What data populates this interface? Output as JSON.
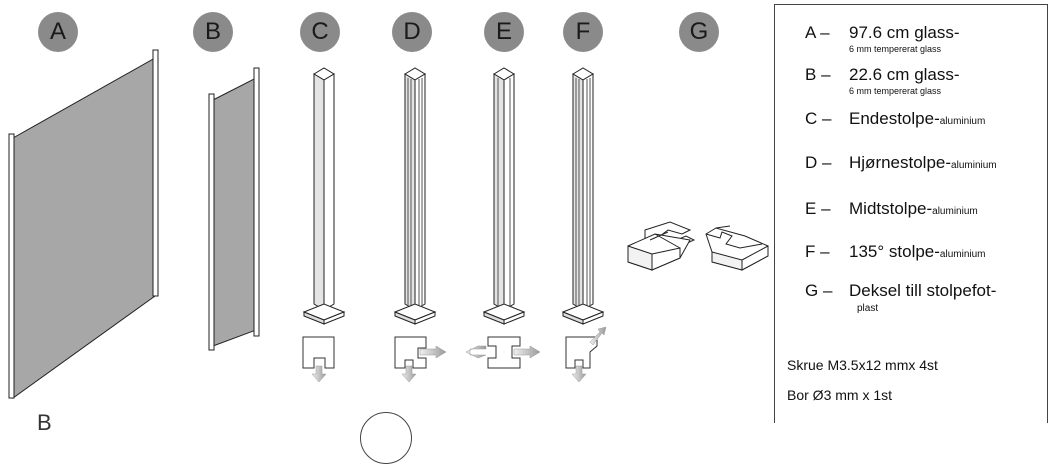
{
  "parts": [
    {
      "letter": "A",
      "name": "97.6 cm glass-",
      "sub": "6 mm tempererat glass"
    },
    {
      "letter": "B",
      "name": "22.6 cm glass-",
      "sub": "6 mm tempererat glass"
    },
    {
      "letter": "C",
      "name": "Endestolpe-",
      "sub": "aluminium"
    },
    {
      "letter": "D",
      "name": "Hjørnestolpe-",
      "sub": "aluminium"
    },
    {
      "letter": "E",
      "name": "Midtstolpe-",
      "sub": "aluminium"
    },
    {
      "letter": "F",
      "name": "135° stolpe-",
      "sub": "aluminium"
    },
    {
      "letter": "G",
      "name": "Deksel till stolpefot-",
      "sub": "plast"
    }
  ],
  "dash": "–",
  "extras": {
    "screws": "Skrue M3.5x12 mmx 4st",
    "drill": "Bor Ø3 mm x 1st"
  },
  "bottom_partial_letter": "B"
}
